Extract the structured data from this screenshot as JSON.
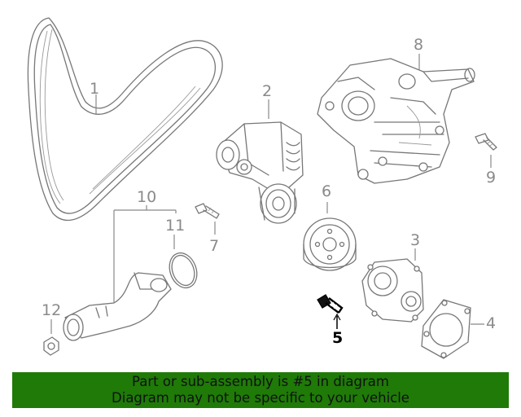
{
  "callouts": [
    {
      "id": "1",
      "label": "1"
    },
    {
      "id": "2",
      "label": "2"
    },
    {
      "id": "3",
      "label": "3"
    },
    {
      "id": "4",
      "label": "4"
    },
    {
      "id": "5",
      "label": "5",
      "highlighted": true
    },
    {
      "id": "6",
      "label": "6"
    },
    {
      "id": "7",
      "label": "7"
    },
    {
      "id": "8",
      "label": "8"
    },
    {
      "id": "9",
      "label": "9"
    },
    {
      "id": "10",
      "label": "10"
    },
    {
      "id": "11",
      "label": "11"
    },
    {
      "id": "12",
      "label": "12"
    }
  ],
  "banner": {
    "line1": "Part or sub-assembly is #5 in diagram",
    "line2": "Diagram may not be specific to your vehicle",
    "background": "#1f7a08"
  },
  "colors": {
    "line_art": "#777777",
    "callout_text": "#8a8a8a",
    "highlight": "#000000"
  }
}
